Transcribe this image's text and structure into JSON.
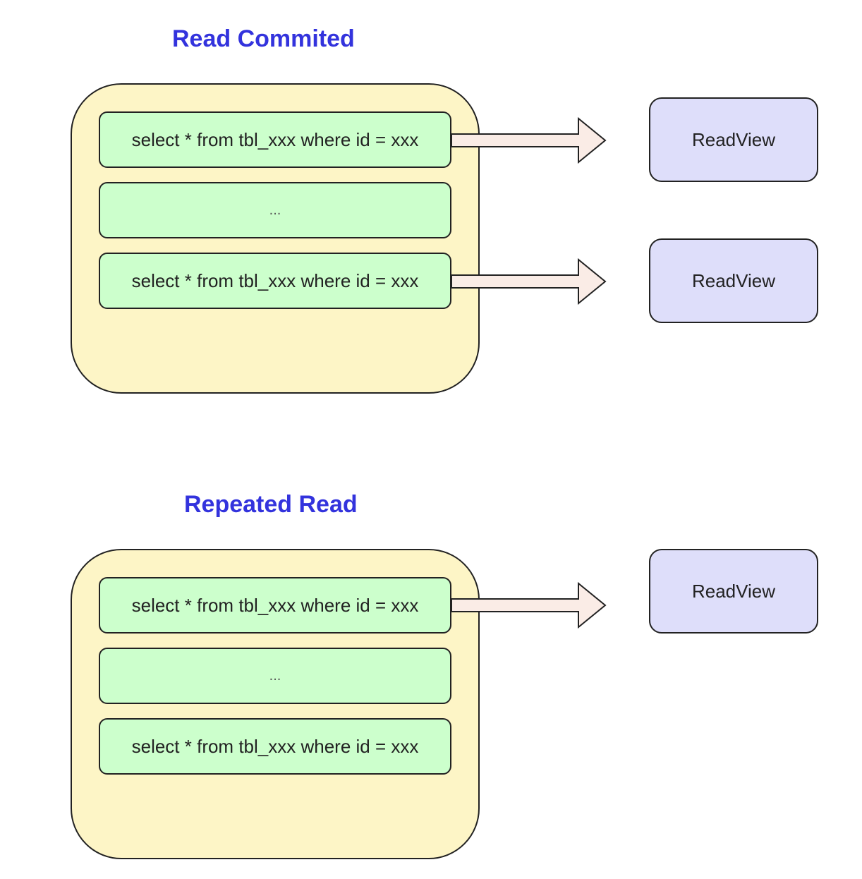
{
  "sections": [
    {
      "title": "Read Commited",
      "statements": [
        "select * from tbl_xxx where id = xxx",
        "...",
        "select * from tbl_xxx where id = xxx"
      ],
      "readviews": [
        "ReadView",
        "ReadView"
      ]
    },
    {
      "title": "Repeated Read",
      "statements": [
        "select * from tbl_xxx where id = xxx",
        "...",
        "select * from tbl_xxx where id = xxx"
      ],
      "readviews": [
        "ReadView"
      ]
    }
  ],
  "colors": {
    "title": "#3333dd",
    "transaction_fill": "#fdf5c6",
    "statement_fill": "#ccffcc",
    "readview_fill": "#dedefa",
    "arrow_fill": "#faece6",
    "stroke": "#222222"
  }
}
